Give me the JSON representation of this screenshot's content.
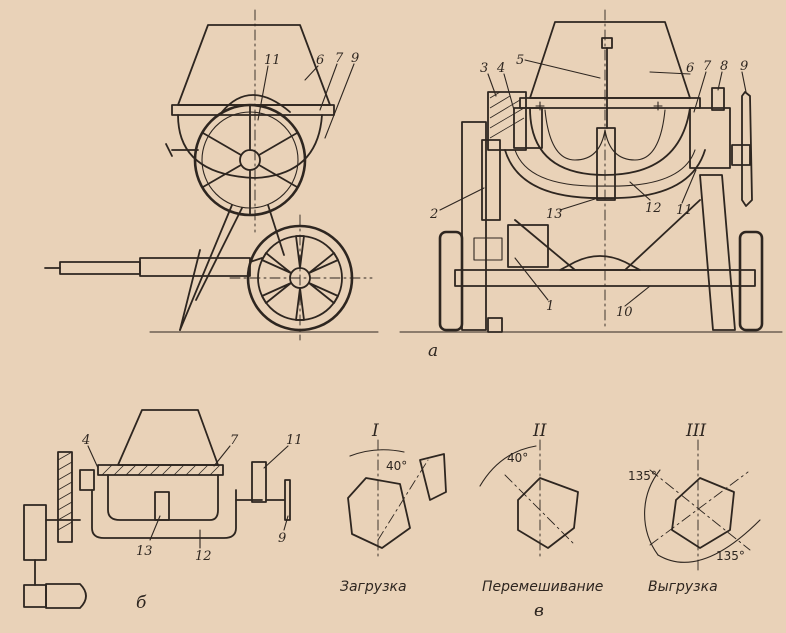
{
  "view_a": {
    "side_labels": [
      "11",
      "6",
      "7",
      "9"
    ],
    "front_labels": [
      "3",
      "4",
      "5",
      "6",
      "7",
      "8",
      "9",
      "2",
      "13",
      "12",
      "11",
      "1",
      "10"
    ],
    "section_label": "а"
  },
  "view_b": {
    "labels": [
      "4",
      "7",
      "11",
      "13",
      "12",
      "9"
    ],
    "section_label": "б"
  },
  "view_v": {
    "positions": [
      {
        "numeral": "I",
        "angle": "40°",
        "caption": "Загрузка"
      },
      {
        "numeral": "II",
        "angle": "40°",
        "caption": "Перемешивание"
      },
      {
        "numeral": "III",
        "angle": "135°",
        "angle2": "135°",
        "caption": "Выгрузка"
      }
    ],
    "section_label": "в"
  }
}
